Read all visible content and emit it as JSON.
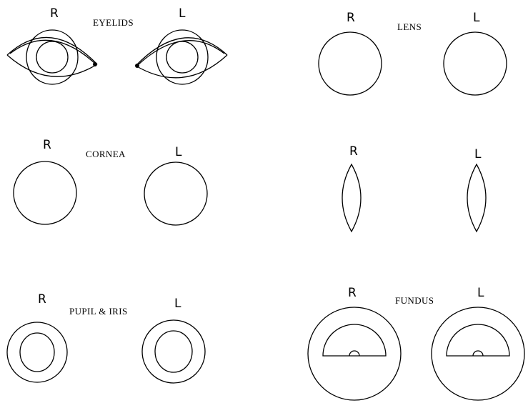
{
  "colors": {
    "stroke": "#000000",
    "background": "#ffffff"
  },
  "panels": {
    "eyelids": {
      "title": "EYELIDS",
      "right_label": "R",
      "left_label": "L"
    },
    "lens_top": {
      "title": "LENS",
      "right_label": "R",
      "left_label": "L"
    },
    "cornea": {
      "title": "CORNEA",
      "right_label": "R",
      "left_label": "L"
    },
    "lens_side": {
      "right_label": "R",
      "left_label": "L"
    },
    "pupil_iris": {
      "title": "PUPIL & IRIS",
      "right_label": "R",
      "left_label": "L"
    },
    "fundus": {
      "title": "FUNDUS",
      "right_label": "R",
      "left_label": "L"
    }
  }
}
